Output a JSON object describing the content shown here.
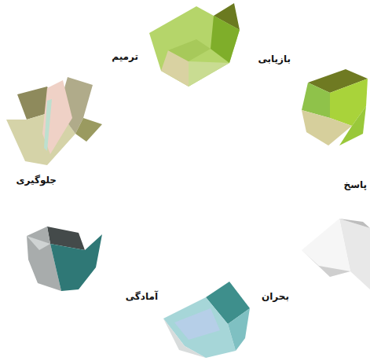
{
  "diagram": {
    "labels": [
      "ترمیم",
      "بازیابی",
      "پاسخ",
      "بحران",
      "آمادگی",
      "جلوگیری"
    ]
  }
}
